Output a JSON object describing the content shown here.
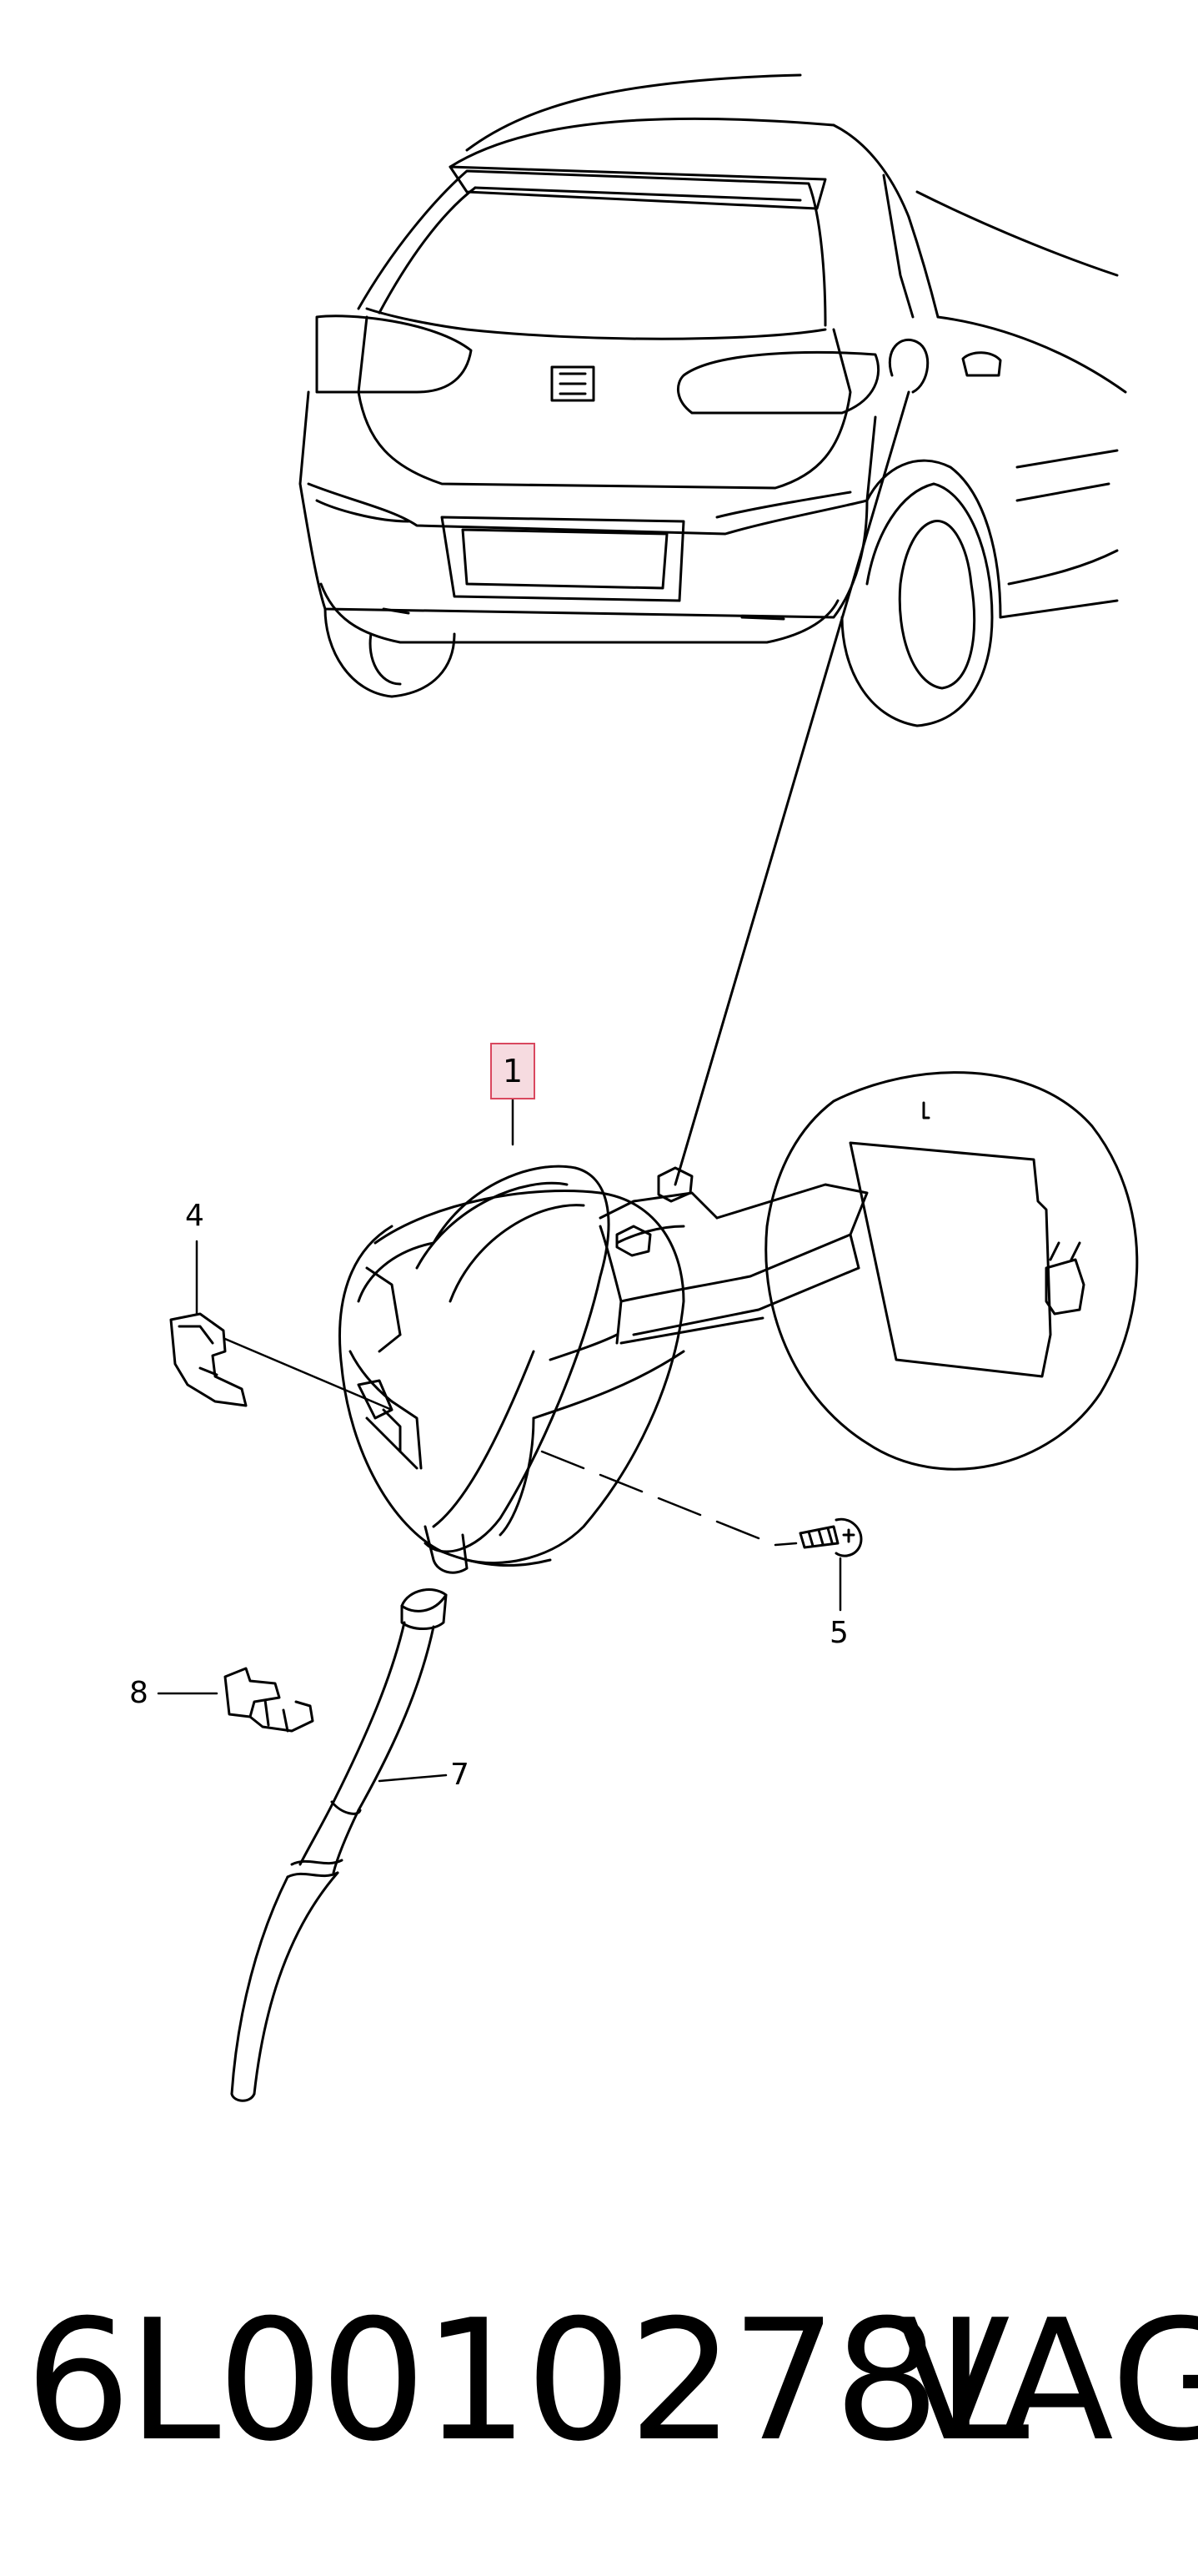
{
  "callouts": {
    "c1": "1",
    "c4": "4",
    "c5": "5",
    "c7": "7",
    "c8": "8"
  },
  "footer": {
    "part_number": "6L0010278L",
    "brand": "VAG"
  },
  "colors": {
    "line": "#000000",
    "highlight_fill": "#f6dbe0",
    "highlight_border": "#d9485f"
  }
}
